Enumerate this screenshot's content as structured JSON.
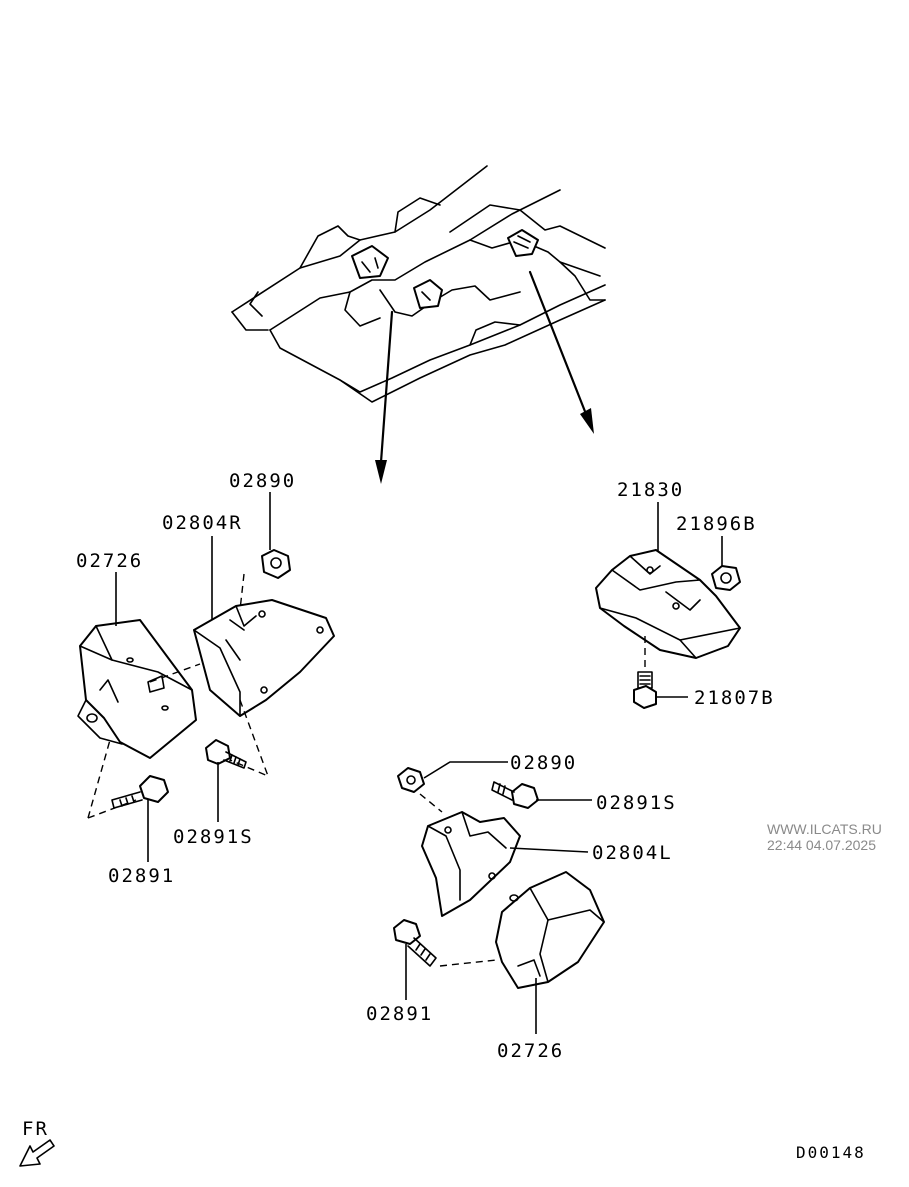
{
  "labels": {
    "l1": "02890",
    "l2": "02804R",
    "l3": "02726",
    "l4": "02891S",
    "l5": "02891",
    "l6": "21830",
    "l7": "21896B",
    "l8": "21807B",
    "l9": "02890",
    "l10": "02891S",
    "l11": "02804L",
    "l12": "02891",
    "l13": "02726"
  },
  "watermark": {
    "site": "WWW.ILCATS.RU",
    "datetime": "22:44 04.07.2025"
  },
  "diagram_code": "D00148",
  "direction": {
    "text": "FR",
    "icon": "front-direction-arrow-icon"
  }
}
